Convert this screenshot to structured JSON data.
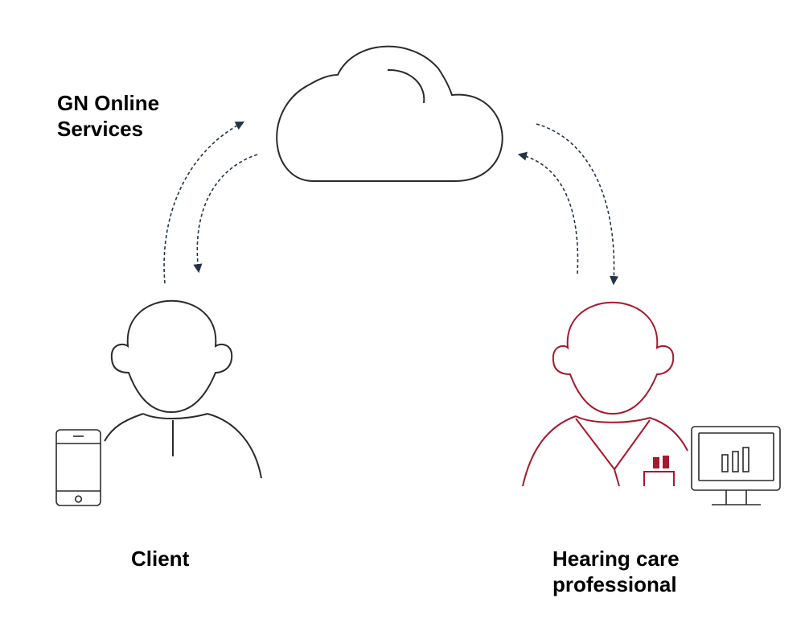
{
  "cloud": {
    "label_line1": "GN Online",
    "label_line2": "Services"
  },
  "client": {
    "label": "Client"
  },
  "professional": {
    "label_line1": "Hearing care",
    "label_line2": "professional"
  },
  "colors": {
    "outline": "#2b2b2b",
    "professional": "#a6192e",
    "arrow": "#243447",
    "text": "#000000"
  },
  "icons": {
    "cloud": "cloud-icon",
    "client_person": "person-icon",
    "client_device": "smartphone-icon",
    "professional_person": "person-icon",
    "professional_device": "monitor-chart-icon"
  }
}
